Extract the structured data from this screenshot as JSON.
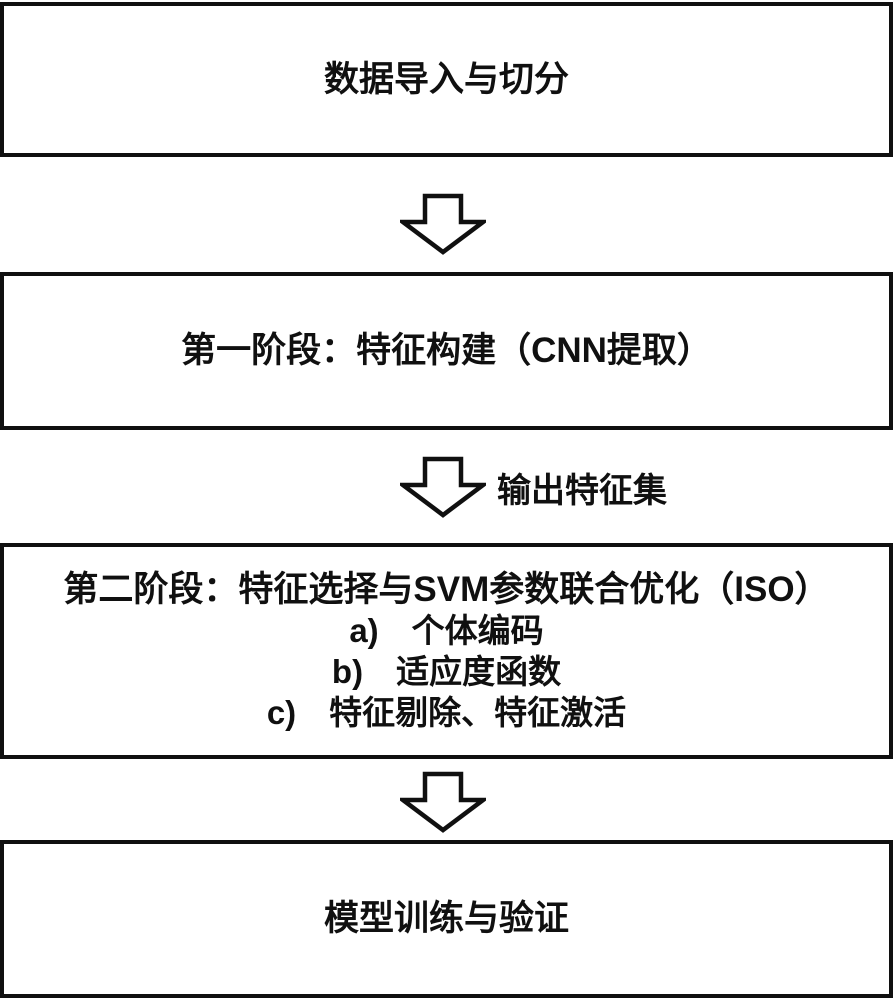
{
  "flow": {
    "boxes": [
      {
        "label": "数据导入与切分"
      },
      {
        "label": "第一阶段：特征构建（CNN提取）"
      },
      {
        "heading": "第二阶段：特征选择与SVM参数联合优化（ISO）",
        "items": [
          "a)　个体编码",
          "b)　适应度函数",
          "c)　特征剔除、特征激活"
        ]
      },
      {
        "label": "模型训练与验证"
      }
    ],
    "arrow2_label": "输出特征集",
    "colors": {
      "line": "#101010",
      "text": "#101010",
      "background": "#ffffff"
    }
  }
}
